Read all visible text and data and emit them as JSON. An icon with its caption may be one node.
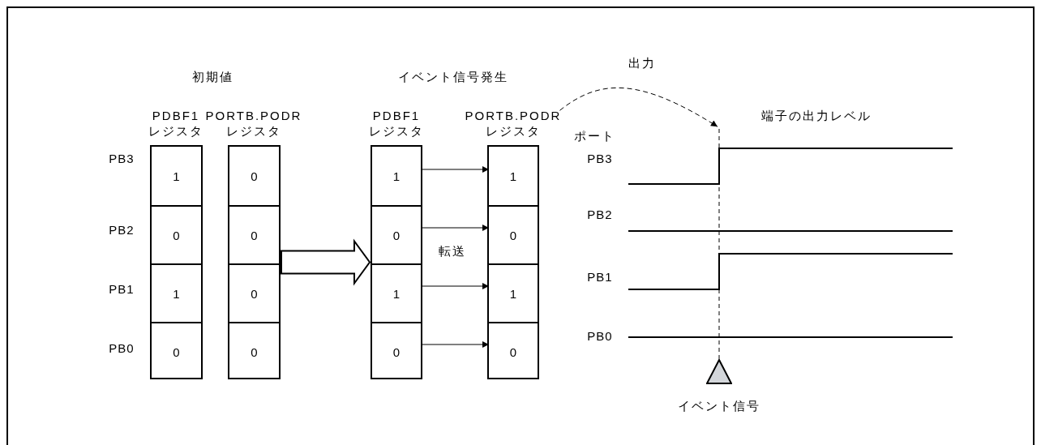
{
  "diagram": {
    "nodes": [
      {
        "text": [],
        "shape": "box"
      },
      {
        "text": [
          "1"
        ],
        "in": 0
      },
      {
        "text": [
          "0"
        ],
        "in": 0
      },
      {
        "text": [
          "1"
        ],
        "in": 0
      },
      {
        "text": [
          "0"
        ],
        "in": 0
      },
      {
        "text": [],
        "shape": "box"
      },
      {
        "text": [
          "0"
        ],
        "in": 5
      },
      {
        "text": [
          "0"
        ],
        "in": 5
      },
      {
        "text": [
          "0"
        ],
        "in": 5
      },
      {
        "text": [
          "0"
        ],
        "in": 5
      },
      {
        "text": [],
        "shape": "box"
      },
      {
        "text": [
          "1"
        ],
        "in": 10
      },
      {
        "text": [
          "0"
        ],
        "in": 10
      },
      {
        "text": [
          "1"
        ],
        "in": 10
      },
      {
        "text": [
          "0"
        ],
        "in": 10
      },
      {
        "text": [],
        "shape": "box"
      },
      {
        "text": [
          "1"
        ],
        "in": 15
      },
      {
        "text": [
          "0"
        ],
        "in": 15
      },
      {
        "text": [
          "1"
        ],
        "in": 15
      },
      {
        "text": [
          "0"
        ],
        "in": 15
      },
      {
        "text": [
          "PORTB.PODR レジスタ"
        ]
      },
      {
        "text": [],
        "shape": "triangle",
        "beside": [
          "イベント信号"
        ]
      }
    ],
    "edges": [
      {
        "from": 5,
        "to": 10,
        "arrow": "to",
        "style": "thick"
      },
      {
        "from": 11,
        "to": 16,
        "arrow": "to"
      },
      {
        "from": 12,
        "to": 17,
        "arrow": "to"
      },
      {
        "from": 13,
        "to": 18,
        "arrow": "to"
      },
      {
        "from": 14,
        "to": 19,
        "arrow": "to"
      },
      {
        "from": 20,
        "to": null,
        "arrow": "to",
        "style": "dashed",
        "label": "出力"
      },
      {
        "from": 21,
        "to": null,
        "arrow": "none",
        "style": "dashed"
      }
    ],
    "labels": [
      "初期値",
      "イベント信号発生",
      "PDBF1 レジスタ",
      "PORTB.PODR レジスタ",
      "PDBF1 レジスタ",
      "端子の出力レベル",
      "ポート",
      "PB3",
      "PB3",
      "PB2",
      "PB2",
      "転送",
      "PB1",
      "PB1",
      "PB0",
      "PB0"
    ]
  }
}
